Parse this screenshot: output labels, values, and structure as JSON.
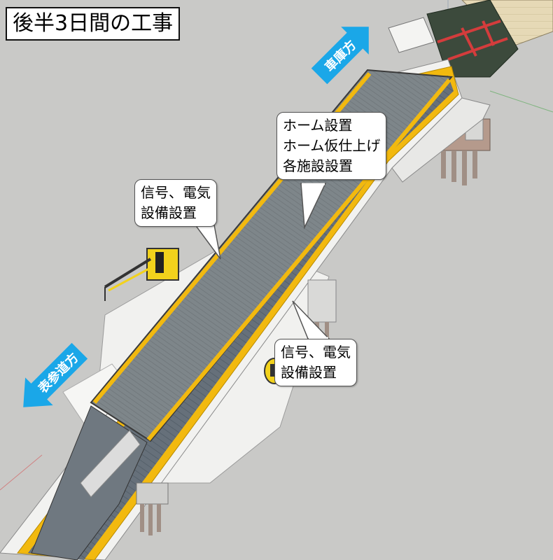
{
  "title": "後半3日間の工事",
  "directions": {
    "upper": "車庫方",
    "lower": "表参道方"
  },
  "callouts": {
    "platform": [
      "ホーム設置",
      "ホーム仮仕上げ",
      "各施設設置"
    ],
    "signal_upper": [
      "信号、電気",
      "設備設置"
    ],
    "signal_lower": [
      "信号、電気",
      "設備設置"
    ]
  },
  "colors": {
    "background": "#c9c9c7",
    "platform": "#7e868a",
    "edge_yellow": "#f2b90f",
    "arrow_blue": "#1aa7e8",
    "structure_white": "#f2f2f0",
    "pier": "#a08f85",
    "rail_red": "#d43c3c"
  }
}
